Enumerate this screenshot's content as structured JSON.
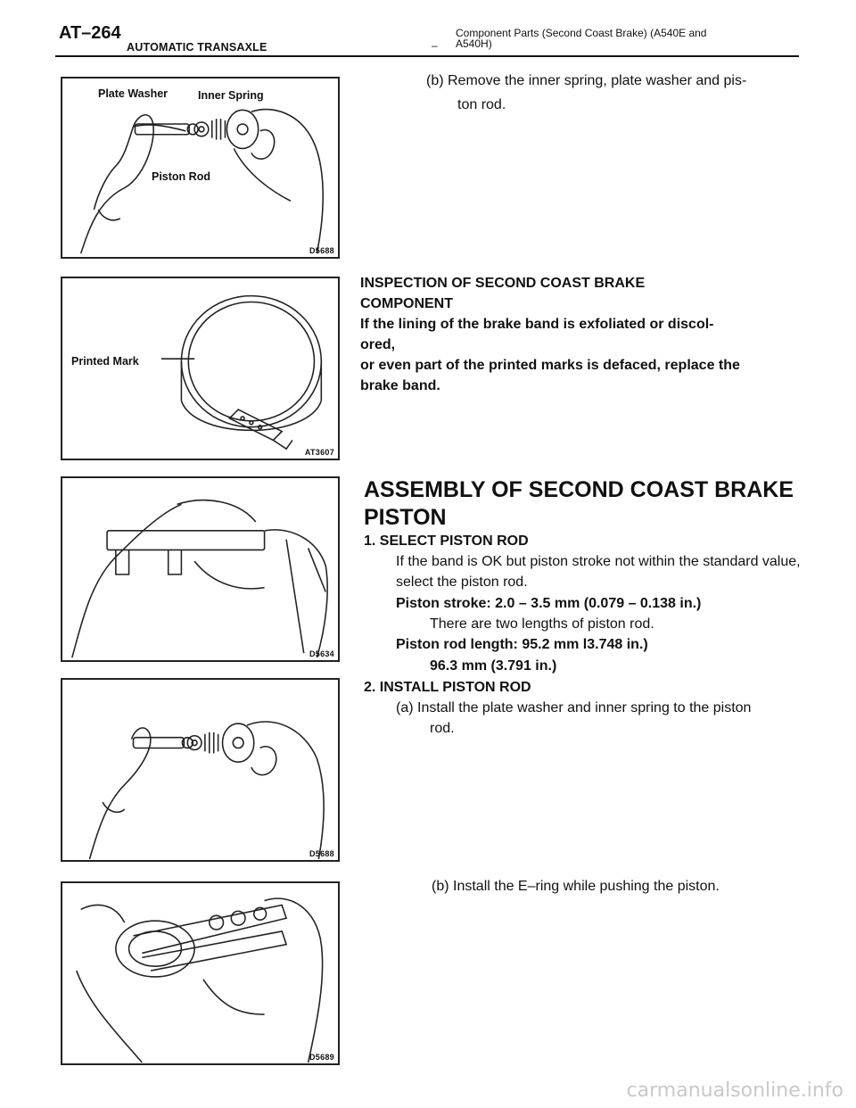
{
  "header": {
    "page_number": "AT–264",
    "section": "AUTOMATIC TRANSAXLE",
    "separator": "–",
    "subtitle_line1": "Component Parts (Second Coast Brake) (A540E and",
    "subtitle_line2": "A540H)"
  },
  "figures": {
    "fig1": {
      "callouts": [
        "Plate Washer",
        "Inner Spring",
        "Piston Rod"
      ],
      "code": "D5688"
    },
    "fig2": {
      "callout": "Printed Mark",
      "code": "AT3607"
    },
    "fig3": {
      "code": "D5634"
    },
    "fig4": {
      "code": "D5688"
    },
    "fig5": {
      "code": "D5689"
    }
  },
  "step_remove_b": {
    "line1": "(b) Remove the inner spring, plate washer and pis-",
    "line2": "ton rod."
  },
  "inspection": {
    "line1": "INSPECTION OF SECOND COAST BRAKE",
    "line2": "COMPONENT",
    "line3": "If the lining of the brake band is exfoliated or discol-",
    "line4": "ored,",
    "line5": "or even part of the printed marks is defaced, replace the",
    "line6": "brake band."
  },
  "assembly": {
    "title_line1": "ASSEMBLY OF SECOND COAST BRAKE",
    "title_line2": "PISTON",
    "step1_heading": "1. SELECT PISTON ROD",
    "step1_line1": "If the band is OK but piston stroke not within the standard value,",
    "step1_line2": "select the piston rod.",
    "stroke_spec": "Piston stroke: 2.0 – 3.5 mm (0.079 – 0.138 in.)",
    "lengths_note": "There are two lengths of piston rod.",
    "rod_length_spec": "Piston rod length: 95.2 mm l3.748 in.)",
    "rod_length_alt": "96.3 mm (3.791 in.)",
    "step2_heading": "2. INSTALL PISTON ROD",
    "step2a_line1": "(a) Install the plate washer and inner spring to the piston",
    "step2a_line2": "rod.",
    "step2b": "(b) Install the E–ring while pushing the piston."
  },
  "watermark": "carmanualsonline.info"
}
